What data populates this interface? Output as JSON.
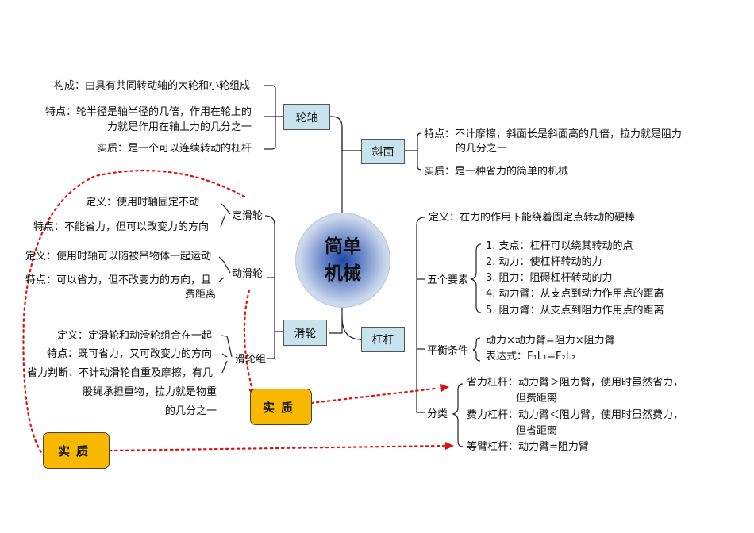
{
  "center": {
    "line1": "简单",
    "line2": "机械"
  },
  "nodes": {
    "lunzhou": "轮轴",
    "xiemian": "斜面",
    "hualun": "滑轮",
    "ganggan": "杠杆"
  },
  "lunzhou": {
    "gouchen": "构成：由具有共同转动轴的大轮和小轮组成",
    "tedian1": "特点：轮半径是轴半径的几倍，作用在轮上的",
    "tedian2": "力就是作用在轴上力的几分之一",
    "shizhi": "实质：是一个可以连续转动的杠杆"
  },
  "xiemian": {
    "tedian1": "特点：不计摩擦，斜面长是斜面高的几倍，拉力就是阻力",
    "tedian2": "的几分之一",
    "shizhi": "实质：是一种省力的简单的机械"
  },
  "hualun": {
    "ding": {
      "label": "定滑轮",
      "def": "定义：使用时轴固定不动",
      "feature": "特点：不能省力，但可以改变力的方向"
    },
    "dong": {
      "label": "动滑轮",
      "def": "定义：使用时轴可以随被吊物体一起运动",
      "feature1": "特点：可以省力，但不改变力的方向，且",
      "feature2": "费距离"
    },
    "zu": {
      "label": "滑轮组",
      "def": "定义：定滑轮和动滑轮组合在一起",
      "feature": "特点：既可省力，又可改变力的方向",
      "judge1": "省力判断：不计动滑轮自重及摩擦，有几",
      "judge2": "股绳承担重物，拉力就是物重",
      "judge3": "的几分之一"
    }
  },
  "ganggan": {
    "def": "定义：在力的作用下能绕着固定点转动的硬棒",
    "elements_label": "五个要素",
    "elements": [
      "1.   支点：杠杆可以绕其转动的点",
      "2.   动力：使杠杆转动的力",
      "3.   阻力：阻碍杠杆转动的力",
      "4.   动力臂：从支点到动力作用点的距离",
      "5.   阻力臂：从支点到阻力作用点的距离"
    ],
    "balance_label": "平衡条件",
    "balance1": "动力×动力臂=阻力×阻力臂",
    "balance2_prefix": "表达式：",
    "balance2_formula": "F₁L₁=F₂L₂",
    "class_label": "分类",
    "class1a": "省力杠杆：动力臂＞阻力臂，使用时虽然省力，",
    "class1b": "但费距离",
    "class2a": "费力杠杆：动力臂＜阻力臂，使用时虽然费力，",
    "class2b": "但省距离",
    "class3": "等臂杠杆：动力臂=阻力臂"
  },
  "essence_boxes": {
    "box1": "实质",
    "box2": "实质"
  },
  "colors": {
    "node_fill": "#c7e4ee",
    "gold": "#f9b800",
    "dotted_red": "#dd1111"
  }
}
